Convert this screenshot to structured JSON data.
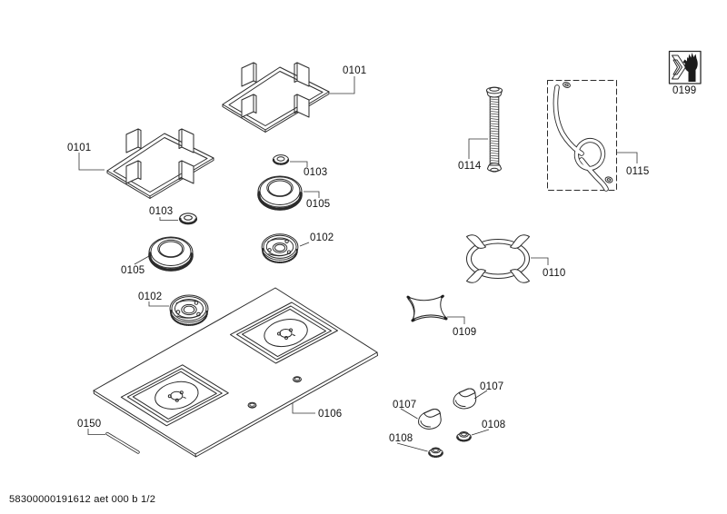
{
  "page": {
    "background": "#ffffff",
    "line_color": "#2b2b2b",
    "footer_code": "58300000191612 aet 000 b 1/2"
  },
  "labels": {
    "pan_support_right": "0101",
    "pan_support_left": "0101",
    "burner_cap_right": "0103",
    "burner_ring_right": "0105",
    "burner_cap_left": "0103",
    "burner_ring_left": "0105",
    "burner_base_right": "0102",
    "burner_base_left": "0102",
    "cooktop": "0106",
    "seal_strip": "0150",
    "flex_tube": "0114",
    "gas_pipe": "0115",
    "wok_ring": "0110",
    "cross_support": "0109",
    "knob_right": "0107",
    "knob_left": "0107",
    "knob_ring_right": "0108",
    "knob_ring_left": "0108",
    "hand_icon": "0199"
  }
}
